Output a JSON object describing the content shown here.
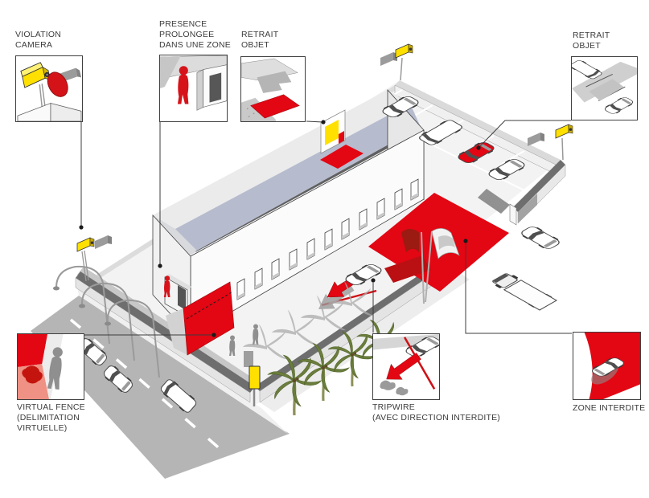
{
  "callouts": {
    "violation_camera": {
      "label": "VIOLATION\nCAMERA"
    },
    "presence_prolongee": {
      "label": "PRESENCE\nPROLONGEE\nDANS UNE ZONE"
    },
    "retrait_objet_mur": {
      "label": "RETRAIT\nOBJET"
    },
    "retrait_objet_parking": {
      "label": "RETRAIT\nOBJET"
    },
    "virtual_fence": {
      "label": "VIRTUAL FENCE\n(DELIMITATION\nVIRTUELLE)"
    },
    "tripwire": {
      "label": "TRIPWIRE\n(AVEC DIRECTION INTERDITE)"
    },
    "zone_interdite": {
      "label": "ZONE INTERDITE"
    }
  },
  "colors": {
    "alert_red": "#e30613",
    "flag_dark_red": "#9b1a12",
    "camera_yellow": "#ffe000",
    "floor_blue_gray": "#b6bbce",
    "road_gray": "#b5b5b5",
    "wall_cap_gray": "#6e6e6e",
    "silhouette_gray": "#8f8f8f",
    "label_text": "#3c3c3c"
  }
}
